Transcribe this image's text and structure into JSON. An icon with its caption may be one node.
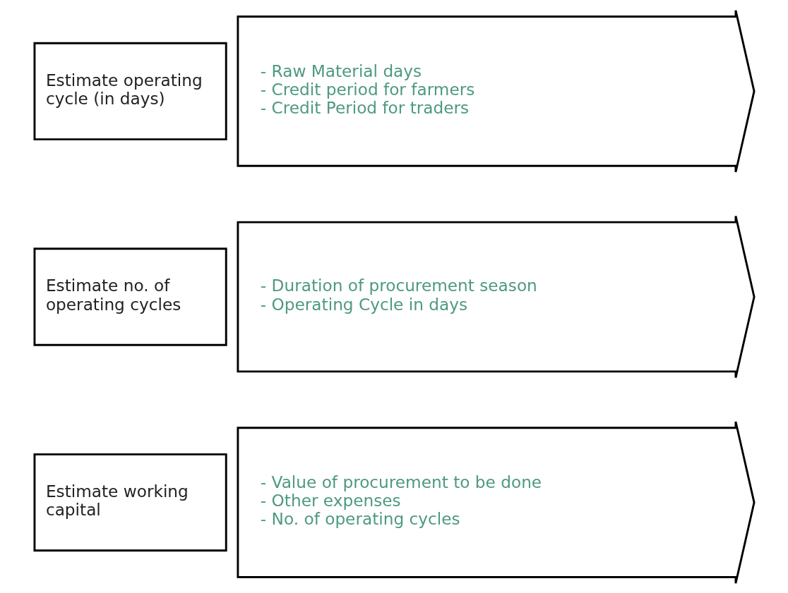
{
  "diagram": {
    "nodes": [
      {
        "text": [
          "Estimate operating cycle (in days)"
        ]
      },
      {
        "text": [
          "- Raw Material days",
          "- Credit period for farmers",
          "- Credit Period for traders"
        ]
      },
      {
        "text": [
          "Estimate no. of operating cycles"
        ]
      },
      {
        "text": [
          "- Duration of procurement season",
          "- Operating Cycle in days"
        ]
      },
      {
        "text": [
          "Estimate working capital"
        ]
      },
      {
        "text": [
          "- Value of procurement to be done",
          "- Other expenses",
          "- No. of operating cycles"
        ]
      }
    ],
    "edges": []
  }
}
